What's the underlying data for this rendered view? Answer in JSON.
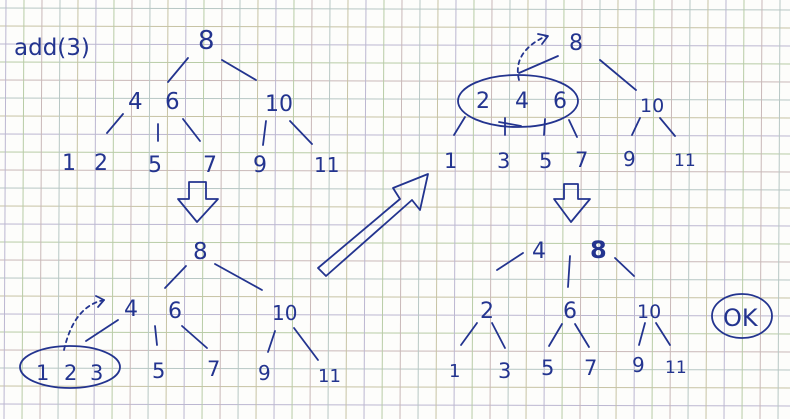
{
  "title": "add(3)",
  "ok_label": "OK",
  "colors": {
    "ink": "#23348f",
    "paper": "#fdfdfb",
    "grid": [
      "#b7c7c4",
      "#c7c3a4",
      "#bcb7d1",
      "#b8cca6",
      "#c9b8b8"
    ]
  },
  "trees": {
    "top_left": {
      "root": "8",
      "level1": [
        "4",
        "6",
        "10"
      ],
      "leaves": [
        "1",
        "2",
        "5",
        "7",
        "9",
        "11"
      ]
    },
    "bottom_left": {
      "root": "8",
      "level1": [
        "4",
        "6",
        "10"
      ],
      "leaves": [
        "1",
        "2",
        "3",
        "5",
        "7",
        "9",
        "11"
      ]
    },
    "top_right": {
      "root": "8",
      "level1": [
        "2",
        "4",
        "6",
        "10"
      ],
      "leaves": [
        "1",
        "3",
        "5",
        "7",
        "9",
        "11"
      ]
    },
    "bottom_right": {
      "root": [
        "4",
        "8"
      ],
      "level1": [
        "2",
        "6",
        "10"
      ],
      "leaves": [
        "1",
        "3",
        "5",
        "7",
        "9",
        "11"
      ]
    }
  }
}
